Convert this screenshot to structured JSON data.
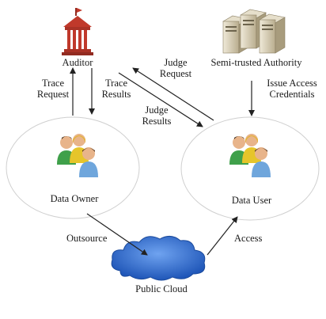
{
  "nodes": {
    "auditor": "Auditor",
    "authority": "Semi-trusted Authority",
    "owner": "Data Owner",
    "user": "Data User",
    "cloud": "Public Cloud"
  },
  "edges": {
    "trace_request": [
      "Trace",
      "Request"
    ],
    "trace_results": [
      "Trace",
      "Results"
    ],
    "judge_request": [
      "Judge",
      "Request"
    ],
    "judge_results": [
      "Judge",
      "Results"
    ],
    "issue_credentials": [
      "Issue Access",
      "Credentials"
    ],
    "outsource": "Outsource",
    "access": "Access"
  },
  "colors": {
    "auditor_icon": "#c0392b",
    "cloud_fill": "#2f6fd0",
    "ellipse_stroke": "#cfcfcf"
  }
}
